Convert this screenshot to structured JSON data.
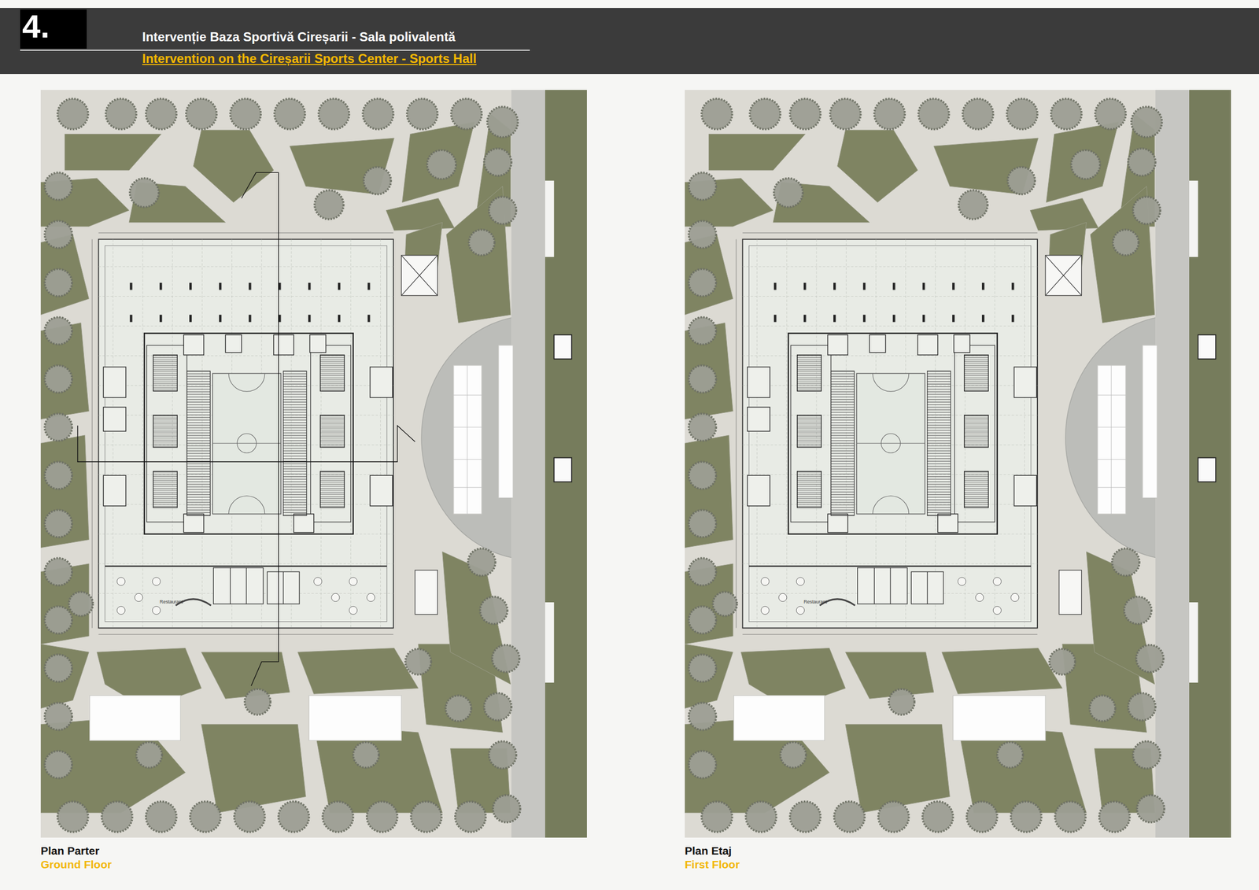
{
  "diagram": {
    "title": "Intervenție Baza Sportivă Cireșarii - Sala polivalentă",
    "nodes": [
      {
        "text": [
          "Plan Parter",
          "Ground Floor"
        ]
      },
      {
        "text": [
          "Plan Etaj",
          "First Floor"
        ]
      }
    ],
    "labels": [
      "4.",
      "Intervention on the Cireșarii Sports Center - Sports Hall",
      "Restaurant",
      "Restaurant"
    ]
  }
}
